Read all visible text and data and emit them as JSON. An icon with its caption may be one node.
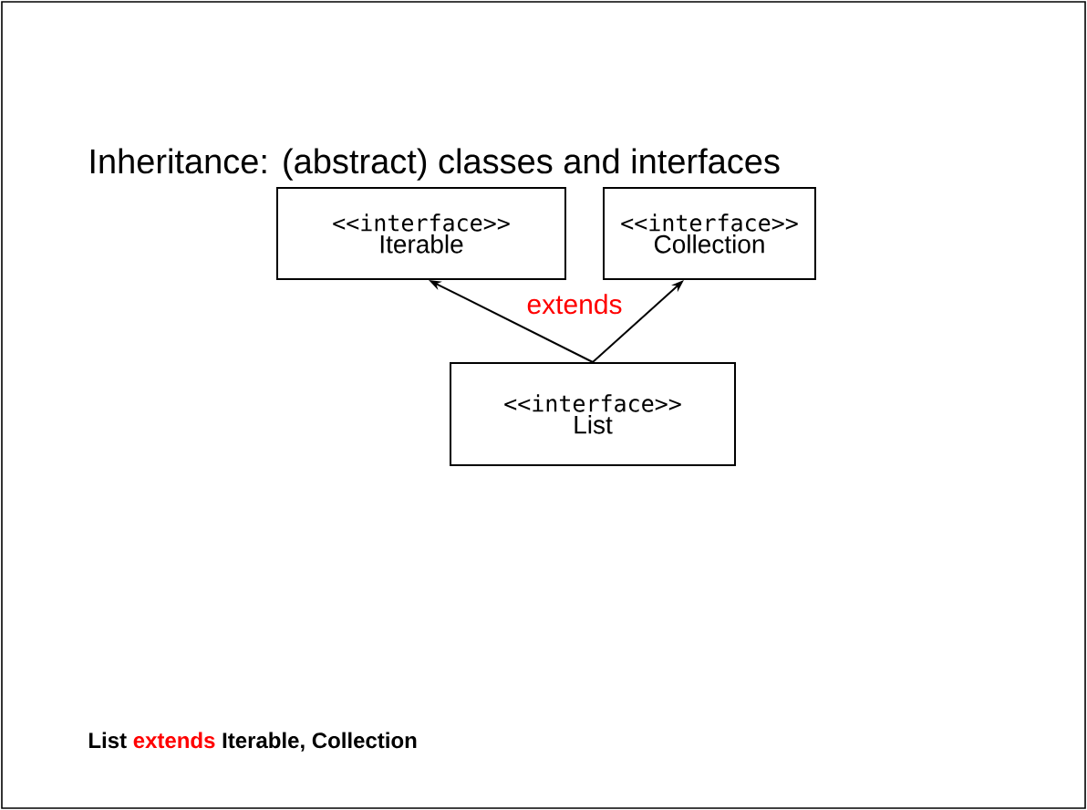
{
  "diagram": {
    "title": "Inheritance: (abstract) classes and interfaces",
    "nodes": [
      {
        "text": [
          "<<interface>>",
          "Iterable"
        ]
      },
      {
        "text": [
          "<<interface>>",
          "Collection"
        ]
      },
      {
        "text": [
          "<<interface>>",
          "List"
        ]
      }
    ],
    "edges": [
      {
        "from": 2,
        "to": 0,
        "arrow": "to"
      },
      {
        "from": 2,
        "to": 1,
        "arrow": "to"
      }
    ],
    "labels": [
      "extends",
      "List",
      "extends",
      "Iterable, Collection"
    ]
  }
}
